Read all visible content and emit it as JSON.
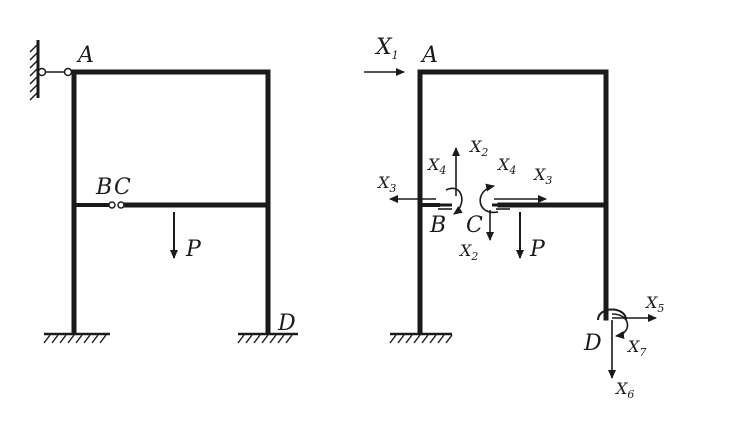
{
  "left_diagram": {
    "labels": {
      "A": "A",
      "B": "B",
      "C": "C",
      "D": "D",
      "P": "P"
    }
  },
  "right_diagram": {
    "labels": {
      "A": "A",
      "B": "B",
      "C": "C",
      "D": "D",
      "P": "P"
    },
    "forces": {
      "X1": {
        "base": "X",
        "sub": "1"
      },
      "X2_top": {
        "base": "X",
        "sub": "2"
      },
      "X3_left": {
        "base": "X",
        "sub": "3"
      },
      "X4_left": {
        "base": "X",
        "sub": "4"
      },
      "X4_right": {
        "base": "X",
        "sub": "4"
      },
      "X3_right": {
        "base": "X",
        "sub": "3"
      },
      "X2_bottom": {
        "base": "X",
        "sub": "2"
      },
      "X5": {
        "base": "X",
        "sub": "5"
      },
      "X7": {
        "base": "X",
        "sub": "7"
      },
      "X6": {
        "base": "X",
        "sub": "6"
      }
    }
  }
}
